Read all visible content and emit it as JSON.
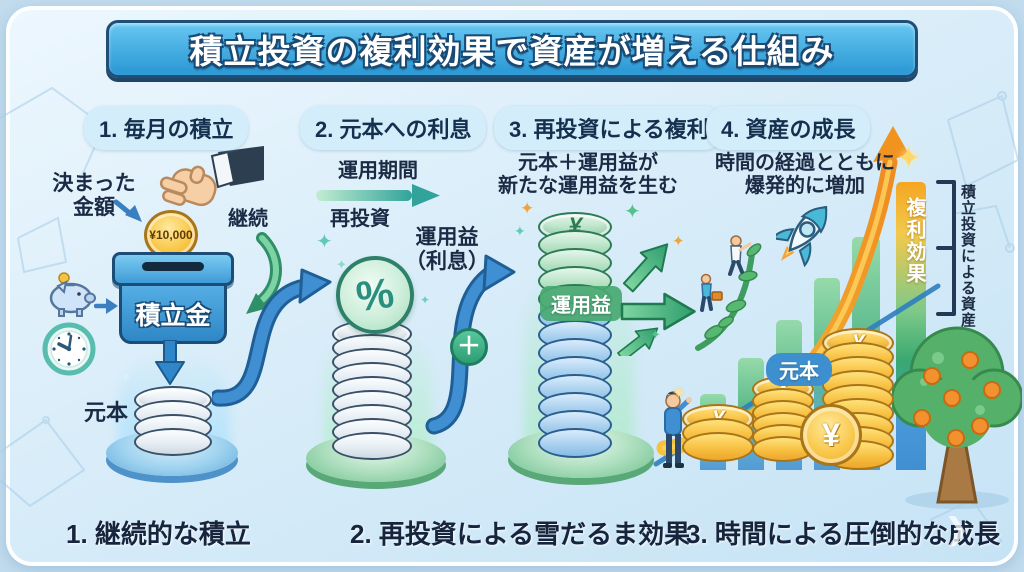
{
  "title": "積立投資の複利効果で資産が増える仕組み",
  "badges": {
    "b1": "1. 毎月の積立",
    "b2": "2. 元本への利息",
    "b3": "3. 再投資による複利",
    "b4": "4. 資産の成長"
  },
  "step1": {
    "fixed_line1": "決まった",
    "fixed_line2": "金額",
    "coin_value": "¥10,000",
    "continue_label": "継続",
    "box_label": "積立金",
    "principal_label": "元本"
  },
  "step2": {
    "period_label": "運用期間",
    "reinvest_label": "再投資",
    "profit_line1": "運用益",
    "profit_line2": "（利息）",
    "percent": "%",
    "plus": "＋"
  },
  "step3": {
    "desc_line1": "元本＋運用益が",
    "desc_line2": "新たな運用益を生む",
    "stack_label": "運用益",
    "yen": "¥"
  },
  "step4": {
    "desc_line1": "時間の経過とともに",
    "desc_line2": "爆発的に増加",
    "compound_label": "複利効果",
    "principal_label": "元本",
    "bracket_label": "積立投資による資産",
    "yen": "¥"
  },
  "footer": {
    "item1": "1. 継続的な積立",
    "item2": "2. 再投資による雪だるま効果",
    "item3": "3. 時間による圧倒的な成長"
  },
  "icons": {
    "sparkle": "✦",
    "chevron": "❯"
  },
  "colors": {
    "banner_blue": "#3fb0e5",
    "accent_green": "#4dbd8e",
    "accent_orange": "#f29b2b",
    "gold": "#f2b830",
    "text_dark": "#1b2b45"
  }
}
